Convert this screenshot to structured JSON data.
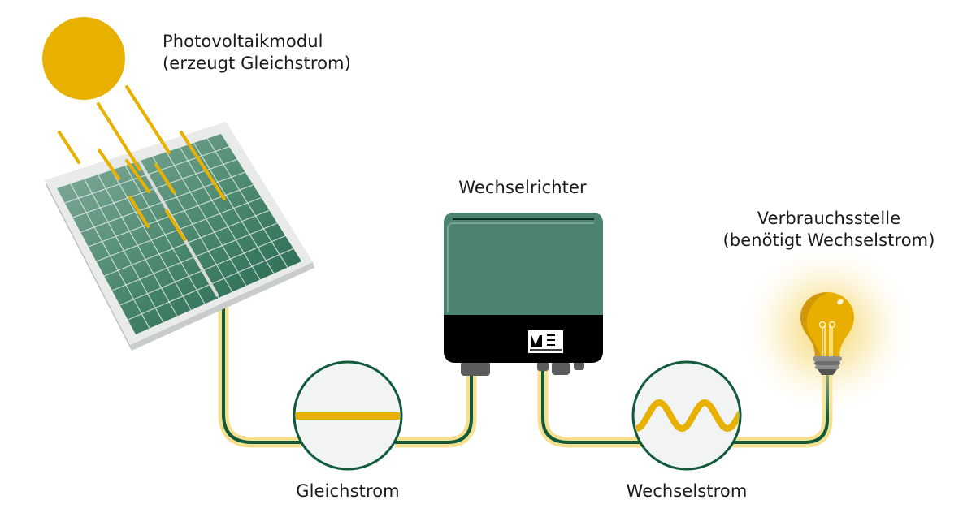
{
  "title": "Photovoltaik: Gleichstrom zu Wechselstrom",
  "colors": {
    "sun": "#E8B000",
    "wire": "#0F5A3A",
    "wire_glow": "#F3D56A",
    "inverter_body": "#4D8470",
    "inverter_base": "#000000",
    "panel_frame": "#E9EAEA",
    "panel_cells": "#3E7A63",
    "circle_fill": "#F2F3F3"
  },
  "components": {
    "pv_module": {
      "line1": "Photovoltaikmodul",
      "line2": "(erzeugt Gleichstrom)"
    },
    "inverter": {
      "label": "Wechselrichter"
    },
    "consumer": {
      "line1": "Verbrauchsstelle",
      "line2": "(benötigt Wechselstrom)"
    }
  },
  "current_types": {
    "dc": {
      "label": "Gleichstrom",
      "icon": "flat-line-dc-icon"
    },
    "ac": {
      "label": "Wechselstrom",
      "icon": "sine-wave-ac-icon"
    }
  },
  "icons": [
    "sun-icon",
    "sunray-icon",
    "solar-panel-icon",
    "inverter-icon",
    "inverter-display-icon",
    "light-bulb-icon"
  ]
}
